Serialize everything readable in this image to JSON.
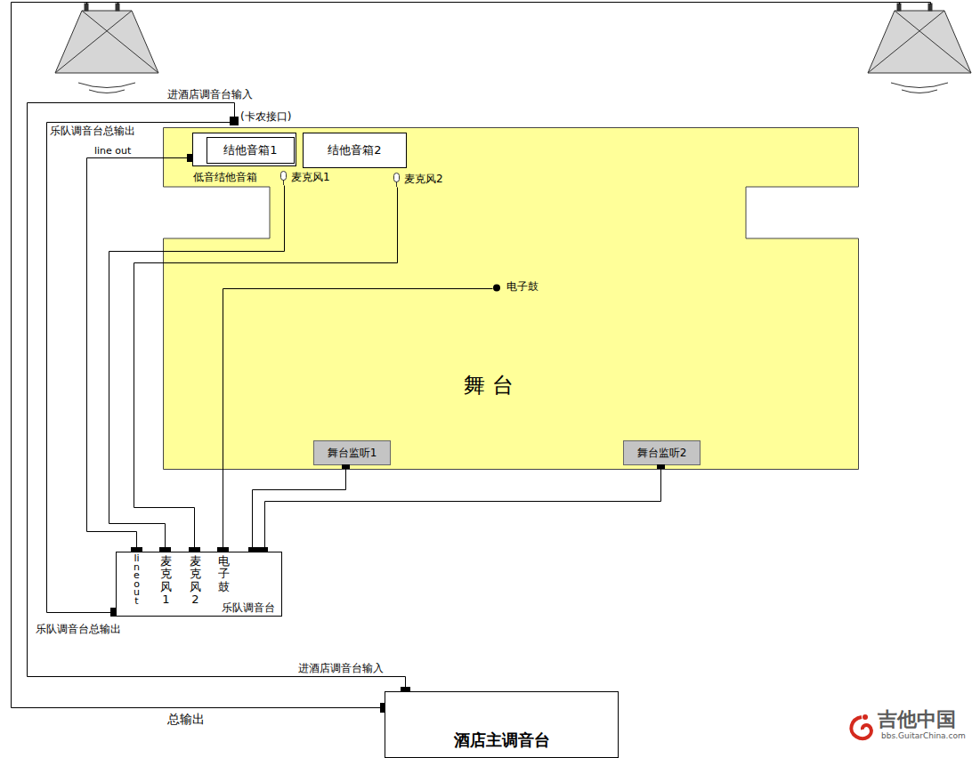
{
  "diagram": {
    "nodes": [
      {
        "text": [
          "舞 台"
        ]
      },
      {
        "text": [
          "低音结他音箱"
        ],
        "in": 0
      },
      {
        "text": [
          "结他音箱1"
        ],
        "in": 1
      },
      {
        "text": [
          "结他音箱2"
        ],
        "in": 0
      },
      {
        "text": [
          "麦克风1"
        ],
        "in": 0
      },
      {
        "text": [
          "麦克风2"
        ],
        "in": 0
      },
      {
        "text": [
          "电子鼓"
        ],
        "in": 0
      },
      {
        "text": [
          "舞台监听1"
        ],
        "in": 0
      },
      {
        "text": [
          "舞台监听2"
        ],
        "in": 0
      },
      {
        "text": [
          "line out",
          "麦克风1",
          "麦克风2",
          "电子鼓",
          "乐队调音台"
        ]
      },
      {
        "text": [
          "酒店主调音台"
        ]
      }
    ],
    "edges": [
      {
        "from": 1,
        "to": 9,
        "arrow": "none",
        "label": "line out"
      },
      {
        "from": 4,
        "to": 9,
        "arrow": "none"
      },
      {
        "from": 5,
        "to": 9,
        "arrow": "none"
      },
      {
        "from": 6,
        "to": 9,
        "arrow": "none"
      },
      {
        "from": 7,
        "to": 9,
        "arrow": "none"
      },
      {
        "from": 8,
        "to": 9,
        "arrow": "none"
      },
      {
        "from": 9,
        "to": 10,
        "arrow": "none"
      }
    ],
    "labels": [
      "进酒店调音台输入",
      "(卡农接口)",
      "乐队调音台总输出",
      "乐队调音台总输出",
      "进酒店调音台输入",
      "总输出",
      "吉他中国",
      "bbs.GuitarChina.com"
    ]
  }
}
